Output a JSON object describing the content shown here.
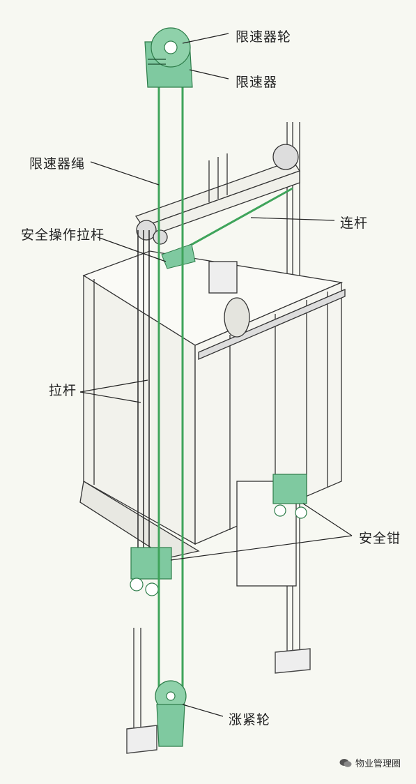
{
  "labels": {
    "governor_sheave": "限速器轮",
    "governor": "限速器",
    "governor_rope": "限速器绳",
    "link_rod": "连杆",
    "safety_lever": "安全操作拉杆",
    "pull_rods": "拉杆",
    "safety_gear": "安全钳",
    "tension_sheave": "涨紧轮"
  },
  "watermark": {
    "text": "物业管理圈"
  },
  "colors": {
    "background": "#f7f8f2",
    "rope_green": "#3fa45b",
    "part_green": "#7fc9a0",
    "line": "#333333"
  }
}
